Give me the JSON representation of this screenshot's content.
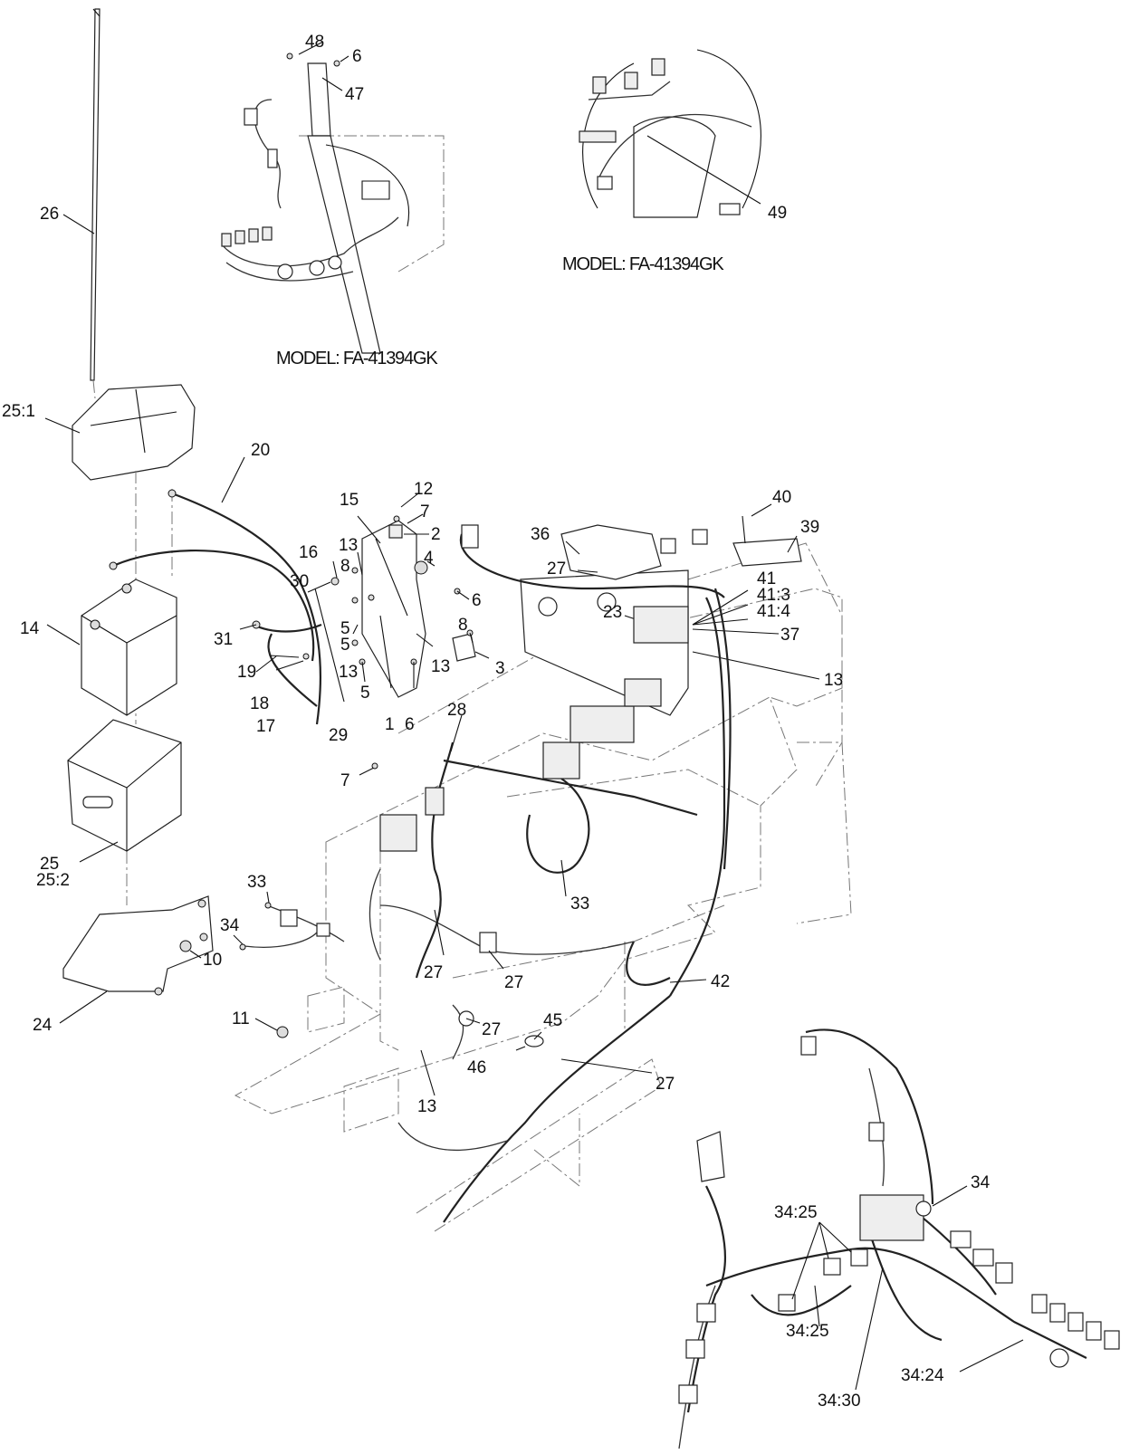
{
  "figure": {
    "type": "exploded parts diagram",
    "model_captions": [
      "MODEL: FA-41394GK",
      "MODEL: FA-41394GK"
    ],
    "callouts": [
      "48",
      "6",
      "47",
      "49",
      "26",
      "25:1",
      "20",
      "12",
      "7",
      "2",
      "15",
      "40",
      "39",
      "36",
      "27",
      "16",
      "13",
      "4",
      "8",
      "6",
      "41",
      "41:3",
      "41:4",
      "30",
      "8",
      "5",
      "23",
      "37",
      "14",
      "31",
      "5",
      "3",
      "13",
      "13",
      "13",
      "19",
      "18",
      "17",
      "5",
      "6",
      "1",
      "29",
      "28",
      "7",
      "33",
      "33",
      "34",
      "10",
      "27",
      "27",
      "25",
      "25:2",
      "42",
      "24",
      "11",
      "27",
      "45",
      "46",
      "27",
      "13",
      "34",
      "34:25",
      "34:25",
      "34:30",
      "34:24"
    ]
  }
}
